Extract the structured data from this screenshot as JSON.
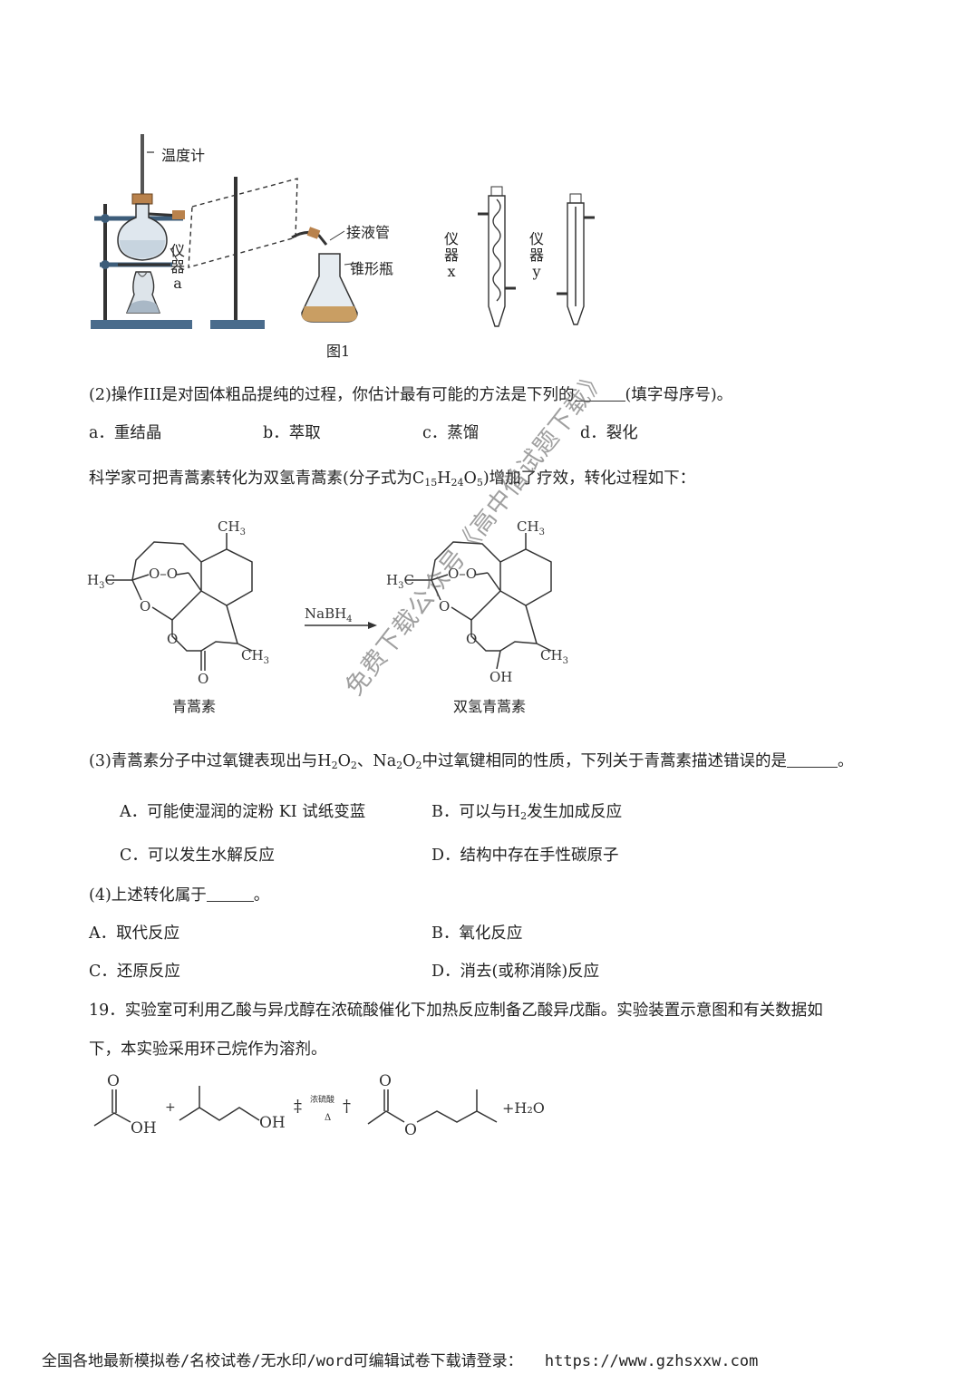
{
  "figure1": {
    "thermometer_label": "温度计",
    "instrument_a_label": [
      "仪",
      "器",
      "a"
    ],
    "receiver_adapter_label": "接液管",
    "erlenmeyer_label": "锥形瓶",
    "instrument_x_label": [
      "仪",
      "器",
      "x"
    ],
    "instrument_y_label": [
      "仪",
      "器",
      "y"
    ],
    "caption": "图1"
  },
  "q2": {
    "stem_prefix": "(2)操作III是对固体粗品提纯的过程，你估计最有可能的方法是下列的",
    "stem_suffix": "(填字母序号)。",
    "options": [
      "a．重结晶",
      "b．萃取",
      "c．蒸馏",
      "d．裂化"
    ]
  },
  "intro": {
    "prefix": "科学家可把青蒿素转化为双氢青蒿素(分子式为",
    "suffix": ")增加了疗效，转化过程如下："
  },
  "scheme": {
    "reagent": "NaBH",
    "reagent_sub": "4",
    "left_name": "青蒿素",
    "right_name": "双氢青蒿素",
    "ch3": "CH",
    "h3c": "H",
    "c_label": "C",
    "o_label": "O",
    "oh_label": "OH",
    "o_o": "O–O"
  },
  "q3": {
    "prefix": "(3)青蒿素分子中过氧键表现出与",
    "middle": "、",
    "suffix": "中过氧键相同的性质，下列关于青蒿素描述错误的是",
    "end": "。",
    "optA": "A．可能使湿润的淀粉 KI 试纸变蓝",
    "optB_prefix": "B．可以与",
    "optB_suffix": "发生加成反应",
    "optC": "C．可以发生水解反应",
    "optD": "D．结构中存在手性碳原子"
  },
  "q4": {
    "stem_prefix": "(4)上述转化属于",
    "stem_suffix": "。",
    "optA": "A．取代反应",
    "optB": "B．氧化反应",
    "optC": "C．还原反应",
    "optD": "D．消去(或称消除)反应"
  },
  "q19": {
    "line1": "19．实验室可利用乙酸与异戊醇在浓硫酸催化下加热反应制备乙酸异戊酯。实验装置示意图和有关数据如",
    "line2": "下，本实验采用环己烷作为溶剂。"
  },
  "reaction19": {
    "plus": "+",
    "oh": "OH",
    "o": "O",
    "catalyst": "浓硫酸",
    "heat": "Δ",
    "water": "+H₂O",
    "arrow_left": "‡",
    "arrow_right": "†"
  },
  "watermark": "免费下载公众号《高中僧试题下载》",
  "footer": {
    "text": "全国各地最新模拟卷/名校试卷/无水印/word可编辑试卷下载请登录：",
    "url": "https://www.gzhsxxw.com"
  }
}
